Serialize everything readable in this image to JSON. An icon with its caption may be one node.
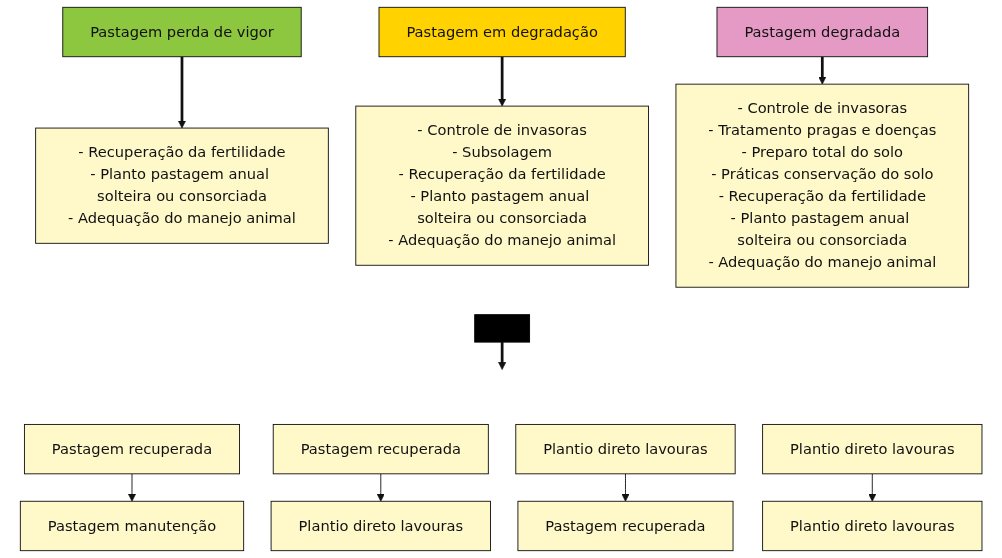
{
  "diagram": {
    "nodes": [
      {
        "text": [
          "Pastagem perda de vigor"
        ]
      },
      {
        "text": [
          "Pastagem em degradação"
        ]
      },
      {
        "text": [
          "Pastagem degradada"
        ]
      },
      {
        "text": [
          "- Recuperação da fertilidade",
          "- Planto pastagem anual solteira ou consorciada",
          "- Adequação do manejo animal"
        ]
      },
      {
        "text": [
          "- Controle de invasoras",
          "- Subsolagem",
          "- Recuperação da fertilidade",
          "- Planto pastagem anual solteira ou consorciada",
          "- Adequação do manejo animal"
        ]
      },
      {
        "text": [
          "- Controle de invasoras",
          "- Tratamento pragas e doenças",
          "- Preparo total do solo",
          "- Práticas conservação do solo",
          "- Recuperação da fertilidade",
          "- Planto pastagem anual solteira ou consorciada",
          "- Adequação do manejo animal"
        ]
      },
      {
        "text": [],
        "shape": "bar"
      },
      {
        "text": [
          "Pastagem recuperada"
        ]
      },
      {
        "text": [
          "Pastagem recuperada"
        ]
      },
      {
        "text": [
          "Plantio direto lavouras"
        ]
      },
      {
        "text": [
          "Plantio direto lavouras"
        ]
      },
      {
        "text": [
          "Pastagem manutenção"
        ]
      },
      {
        "text": [
          "Plantio direto lavouras"
        ]
      },
      {
        "text": [
          "Pastagem recuperada"
        ]
      },
      {
        "text": [
          "Plantio direto lavouras"
        ]
      }
    ],
    "edges": [
      {
        "from": 0,
        "to": 3,
        "arrow": "to",
        "style": "thick"
      },
      {
        "from": 1,
        "to": 4,
        "arrow": "to",
        "style": "thick"
      },
      {
        "from": 2,
        "to": 5,
        "arrow": "to",
        "style": "thick"
      },
      {
        "from": 6,
        "to": null,
        "arrow": "to",
        "style": "thick"
      },
      {
        "from": 7,
        "to": 11,
        "arrow": "to"
      },
      {
        "from": 8,
        "to": 12,
        "arrow": "to"
      },
      {
        "from": 9,
        "to": 13,
        "arrow": "to"
      },
      {
        "from": 10,
        "to": 14,
        "arrow": "to"
      }
    ]
  }
}
